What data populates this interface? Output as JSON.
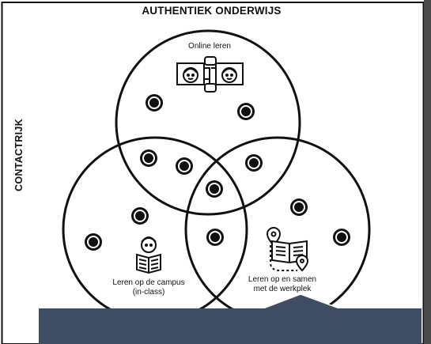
{
  "diagram": {
    "top_axis_label": "AUTHENTIEK ONDERWIJS",
    "side_axis_label": "CONTACTRIJK",
    "circles": {
      "online": {
        "label": "Online leren",
        "icon": "video-call-icon"
      },
      "campus": {
        "label_line1": "Leren op de campus",
        "label_line2": "(in-class)",
        "icon": "student-reading-icon"
      },
      "workplace": {
        "label_line1": "Leren op en samen",
        "label_line2": "met de werkplek",
        "icon": "map-book-location-icon"
      }
    },
    "marker_icon": "target-dot-icon"
  },
  "colors": {
    "line": "#111111",
    "tooltip_panel": "#3e4d63",
    "edge_strip": "#4a4a4a"
  }
}
